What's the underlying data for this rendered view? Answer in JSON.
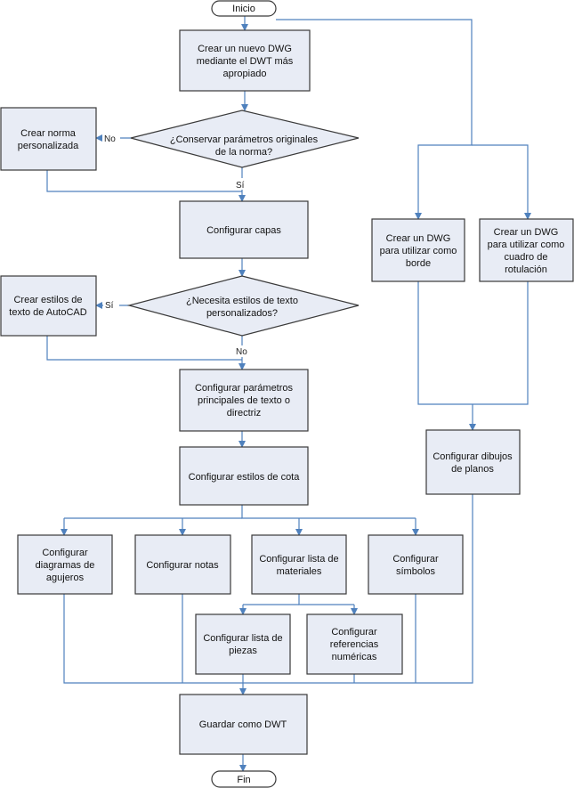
{
  "colors": {
    "box_fill": "#e8ecf5",
    "box_stroke": "#3a3a3a",
    "connector": "#4f81bd",
    "terminal_fill": "#ffffff",
    "text": "#111111"
  },
  "nodes": {
    "inicio": "Inicio",
    "nuevo_dwg": [
      "Crear un nuevo DWG",
      "mediante el DWT más",
      "apropiado"
    ],
    "crear_norma": [
      "Crear norma",
      "personalizada"
    ],
    "conservar": [
      "¿Conservar parámetros originales",
      "de la norma?"
    ],
    "capas": [
      "Configurar capas"
    ],
    "estilos_autocad": [
      "Crear estilos de",
      "texto de AutoCAD"
    ],
    "necesita_estilos": [
      "¿Necesita estilos de texto",
      "personalizados?"
    ],
    "parametros_texto": [
      "Configurar parámetros",
      "principales de texto o",
      "directriz"
    ],
    "estilos_cota": [
      "Configurar estilos de cota"
    ],
    "diagramas_agujeros": [
      "Configurar",
      "diagramas de",
      "agujeros"
    ],
    "notas": [
      "Configurar notas"
    ],
    "lista_materiales": [
      "Configurar lista de",
      "materiales"
    ],
    "simbolos": [
      "Configurar",
      "símbolos"
    ],
    "lista_piezas": [
      "Configurar lista de",
      "piezas"
    ],
    "referencias": [
      "Configurar",
      "referencias",
      "numéricas"
    ],
    "dwg_borde": [
      "Crear un DWG",
      "para utilizar como",
      "borde"
    ],
    "dwg_cuadro": [
      "Crear un DWG",
      "para utilizar como",
      "cuadro de",
      "rotulación"
    ],
    "dibujos_planos": [
      "Configurar dibujos",
      "de planos"
    ],
    "guardar_dwt": [
      "Guardar como DWT"
    ],
    "fin": "Fin"
  },
  "edge_labels": {
    "no_1": "No",
    "si_1": "Sí",
    "si_2": "Sí",
    "no_2": "No"
  }
}
